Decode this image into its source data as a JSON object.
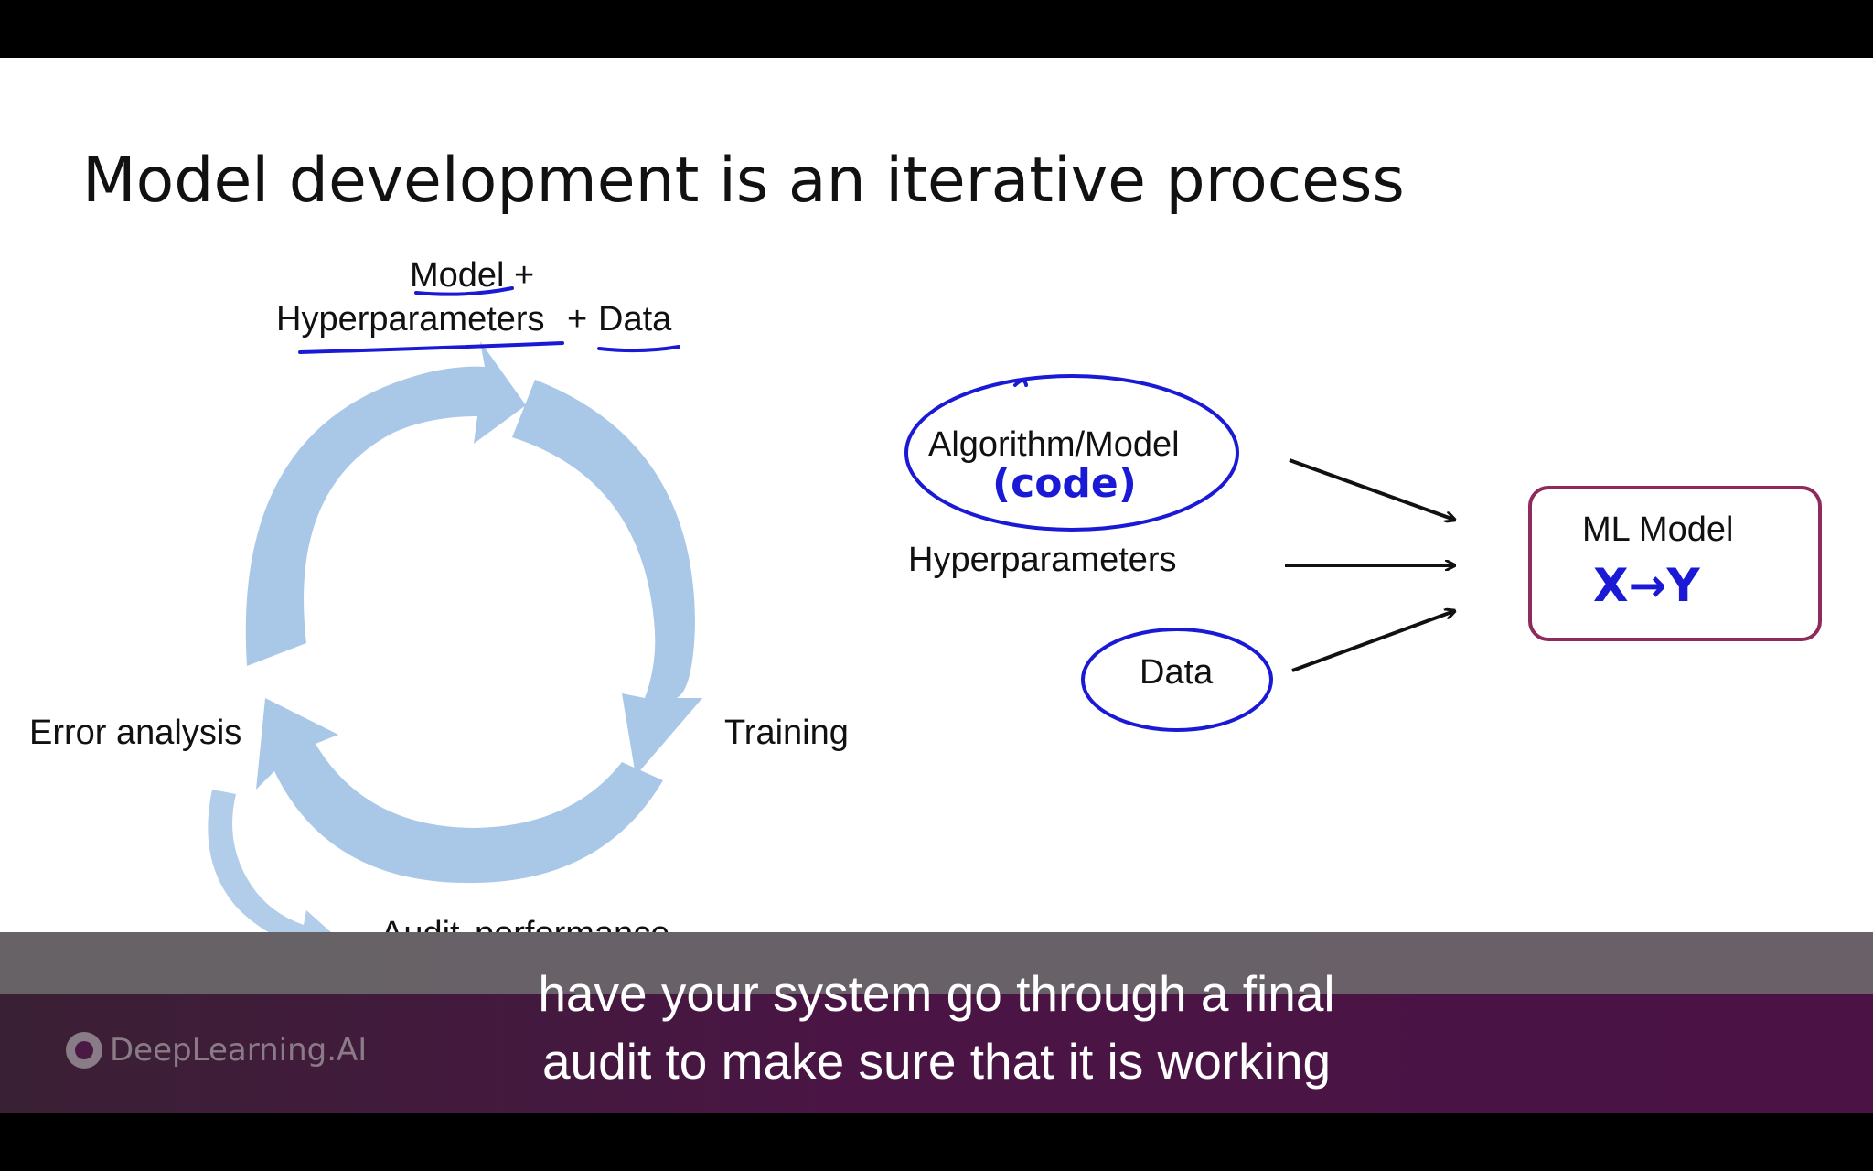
{
  "slide": {
    "title": "Model development is an iterative process",
    "cycle": {
      "top_label_line1": "Model +",
      "top_label_hyper": "Hyperparameters",
      "top_label_plus": "+",
      "top_label_data": "Data",
      "left_label": "Error analysis",
      "right_label": "Training",
      "bottom_label_audit": "Audit",
      "bottom_label_rest": "performance",
      "arrow_color": "#a9c8e8"
    },
    "inputs": {
      "algorithm": "Algorithm/Model",
      "code_note": "(code)",
      "hyperparameters": "Hyperparameters",
      "data": "Data"
    },
    "output": {
      "title": "ML Model",
      "mapping": "X→Y",
      "border_color": "#8f2a5c"
    },
    "annotation_color": "#1a1ad6"
  },
  "caption": {
    "line1": "have your system go through a final",
    "line2": "audit to make sure that it is working"
  },
  "brand": {
    "logo_text": "DeepLearning.AI"
  }
}
